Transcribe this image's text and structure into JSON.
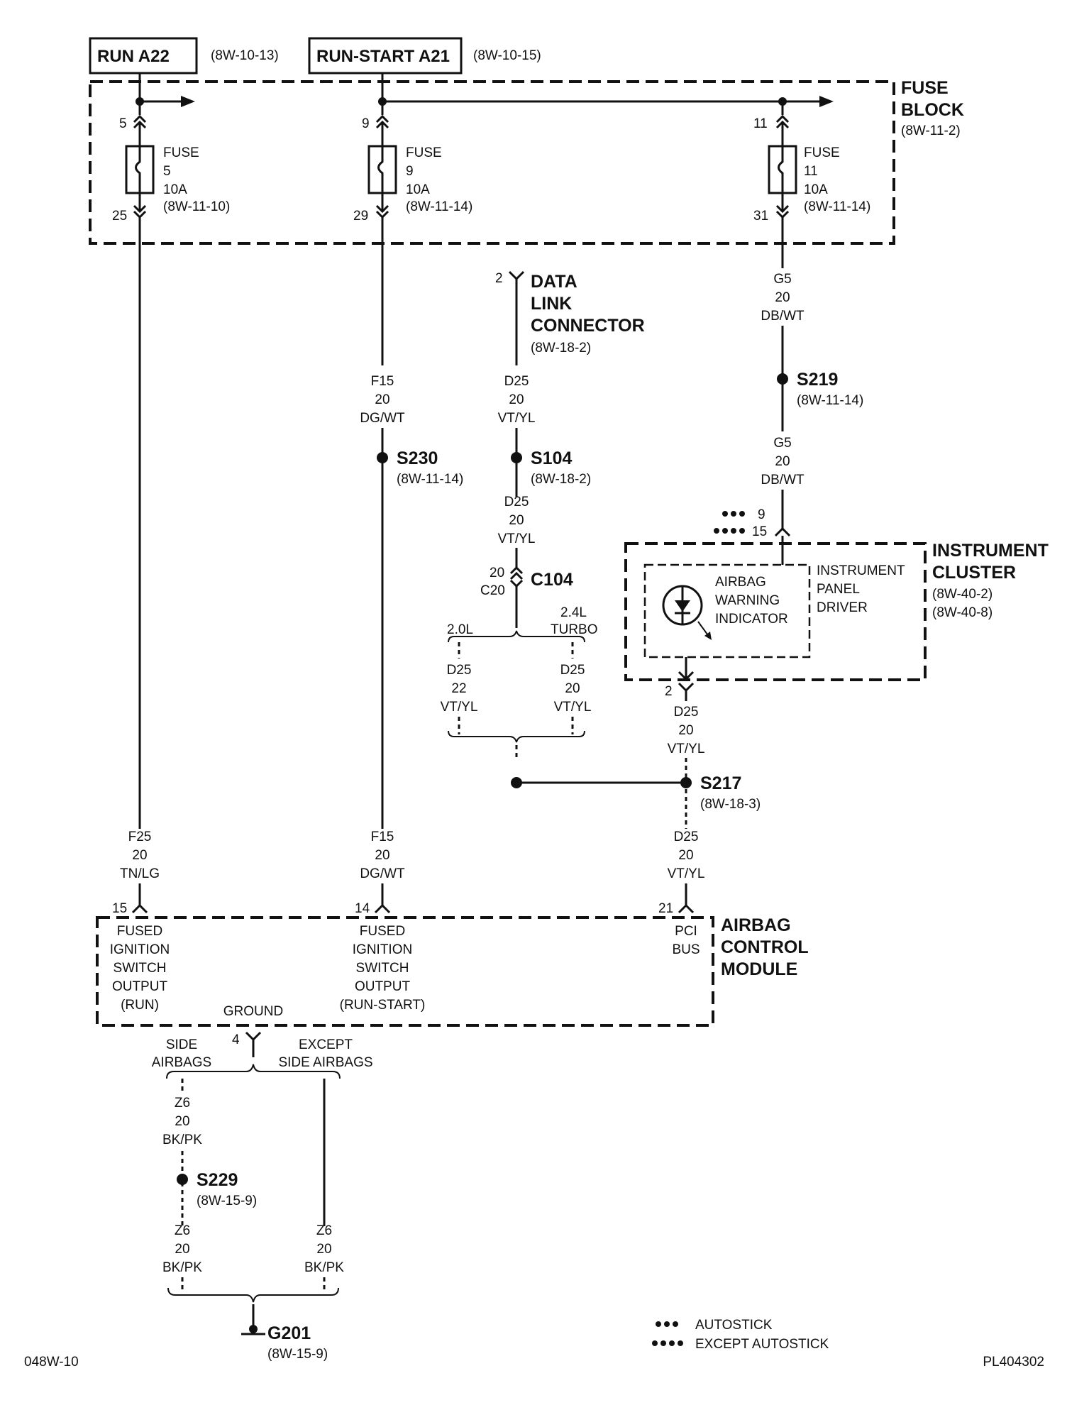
{
  "sources": {
    "run_box": "RUN A22",
    "run_ref": "(8W-10-13)",
    "runstart_box": "RUN-START A21",
    "runstart_ref": "(8W-10-15)"
  },
  "fuse_block": {
    "title1": "FUSE",
    "title2": "BLOCK",
    "ref": "(8W-11-2)",
    "fuses": [
      {
        "pin_in": "5",
        "pin_out": "25",
        "word": "FUSE",
        "num": "5",
        "amp": "10A",
        "ref": "(8W-11-10)"
      },
      {
        "pin_in": "9",
        "pin_out": "29",
        "word": "FUSE",
        "num": "9",
        "amp": "10A",
        "ref": "(8W-11-14)"
      },
      {
        "pin_in": "11",
        "pin_out": "31",
        "word": "FUSE",
        "num": "11",
        "amp": "10A",
        "ref": "(8W-11-14)"
      }
    ]
  },
  "data_link": {
    "pin": "2",
    "line1": "DATA",
    "line2": "LINK",
    "line3": "CONNECTOR",
    "ref": "(8W-18-2)"
  },
  "wires": {
    "g5_a": [
      "G5",
      "20",
      "DB/WT"
    ],
    "g5_b": [
      "G5",
      "20",
      "DB/WT"
    ],
    "f15_a": [
      "F15",
      "20",
      "DG/WT"
    ],
    "f15_b": [
      "F15",
      "20",
      "DG/WT"
    ],
    "d25_a": [
      "D25",
      "20",
      "VT/YL"
    ],
    "d25_b": [
      "D25",
      "20",
      "VT/YL"
    ],
    "d25_20l": [
      "D25",
      "22",
      "VT/YL"
    ],
    "d25_24l": [
      "D25",
      "20",
      "VT/YL"
    ],
    "d25_ic": [
      "D25",
      "20",
      "VT/YL"
    ],
    "d25_pci": [
      "D25",
      "20",
      "VT/YL"
    ],
    "f25": [
      "F25",
      "20",
      "TN/LG"
    ],
    "z6_side_a": [
      "Z6",
      "20",
      "BK/PK"
    ],
    "z6_side_b": [
      "Z6",
      "20",
      "BK/PK"
    ],
    "z6_except": [
      "Z6",
      "20",
      "BK/PK"
    ]
  },
  "splices": {
    "s219": {
      "name": "S219",
      "ref": "(8W-11-14)"
    },
    "s230": {
      "name": "S230",
      "ref": "(8W-11-14)"
    },
    "s104": {
      "name": "S104",
      "ref": "(8W-18-2)"
    },
    "s217": {
      "name": "S217",
      "ref": "(8W-18-3)"
    },
    "s229": {
      "name": "S229",
      "ref": "(8W-15-9)"
    }
  },
  "c104": {
    "name": "C104",
    "pin": "20",
    "cavity": "C20"
  },
  "engine": {
    "left": "2.0L",
    "right1": "2.4L",
    "right2": "TURBO"
  },
  "instrument_cluster": {
    "pin_auto": "9",
    "pin_except": "15",
    "title1": "INSTRUMENT",
    "title2": "CLUSTER",
    "ref1": "(8W-40-2)",
    "ref2": "(8W-40-8)",
    "inner1": "INSTRUMENT",
    "inner2": "PANEL",
    "inner3": "DRIVER",
    "ind1": "AIRBAG",
    "ind2": "WARNING",
    "ind3": "INDICATOR",
    "pin_out": "2"
  },
  "acm": {
    "title1": "AIRBAG",
    "title2": "CONTROL",
    "title3": "MODULE",
    "pin15": "15",
    "pin14": "14",
    "pin21": "21",
    "pin4": "4",
    "run_label": [
      "FUSED",
      "IGNITION",
      "SWITCH",
      "OUTPUT",
      "(RUN)"
    ],
    "runstart_label": [
      "FUSED",
      "IGNITION",
      "SWITCH",
      "OUTPUT",
      "(RUN-START)"
    ],
    "pci_label": [
      "PCI",
      "BUS"
    ],
    "ground_label": "GROUND"
  },
  "ground_branch": {
    "side1": "SIDE",
    "side2": "AIRBAGS",
    "except1": "EXCEPT",
    "except2": "SIDE AIRBAGS"
  },
  "g201": {
    "name": "G201",
    "ref": "(8W-15-9)"
  },
  "legend": {
    "autostick": "AUTOSTICK",
    "except_autostick": "EXCEPT AUTOSTICK"
  },
  "footer": {
    "left": "048W-10",
    "right": "PL404302"
  }
}
